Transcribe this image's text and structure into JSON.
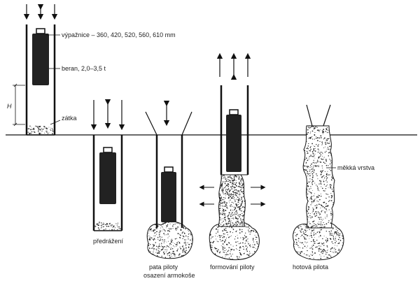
{
  "labels": {
    "casing": "výpažnice – 360, 420, 520, 560, 610 mm",
    "ram": "beran, 2,0–3,5 t",
    "height": "H",
    "plug": "zátka",
    "predriving": "předrážení",
    "pile_base_line1": "pata piloty",
    "pile_base_line2": "osazení armokoše",
    "pile_forming": "formování piloty",
    "finished_pile": "hotová pilota",
    "soft_layer": "měkká vrstva"
  },
  "colors": {
    "ink": "#111111",
    "concrete_fill": "#ffffff",
    "speckle": "#222222"
  }
}
